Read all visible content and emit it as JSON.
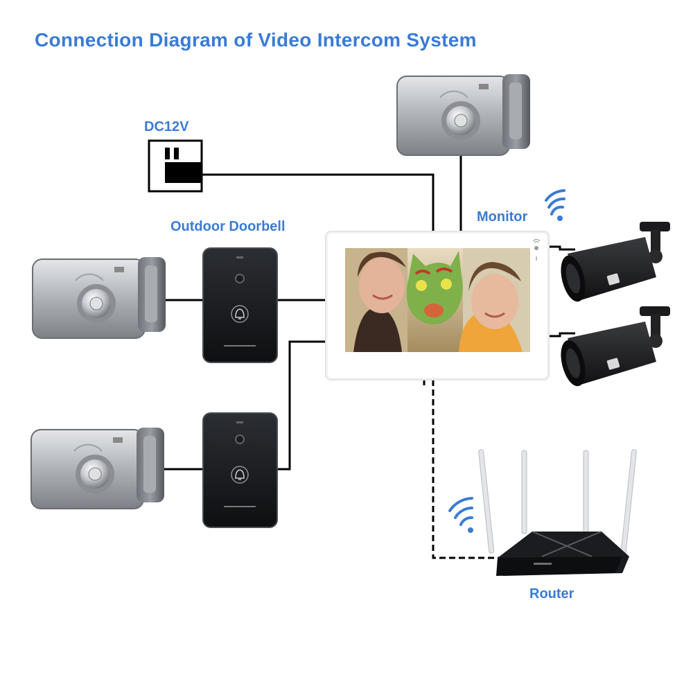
{
  "title": "Connection Diagram of Video Intercom System",
  "labels": {
    "power": "DC12V",
    "doorbell": "Outdoor Doorbell",
    "monitor": "Monitor",
    "router": "Router"
  },
  "colors": {
    "title": "#3a7bd5",
    "wire": "#000000",
    "lock_body": "#b9bcc0",
    "doorbell": "#1f2124",
    "camera": "#1c1c1e",
    "router": "#17181a"
  },
  "icons": [
    "power-socket-icon",
    "electric-lock-icon",
    "doorbell-icon",
    "bell-icon",
    "wifi-icon",
    "cctv-camera-icon",
    "router-icon"
  ]
}
